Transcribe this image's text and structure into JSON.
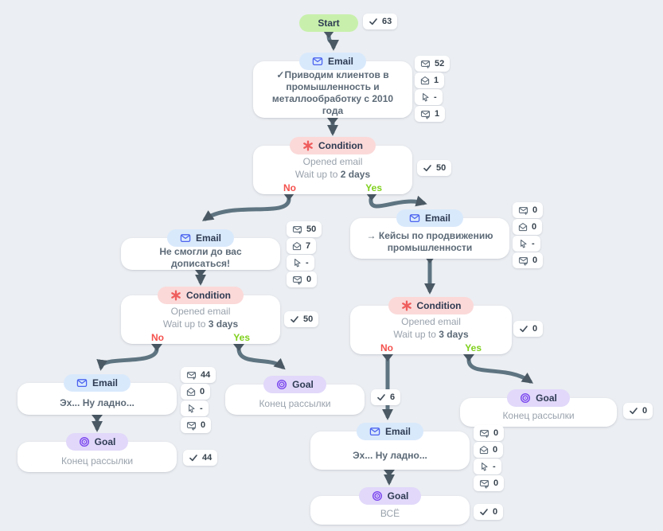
{
  "flow": {
    "start": {
      "label": "Start",
      "count": "63"
    },
    "pills": {
      "email": "Email",
      "condition": "Condition",
      "goal": "Goal"
    },
    "branch": {
      "no": "No",
      "yes": "Yes"
    },
    "icons": {
      "check": "check-icon",
      "sent": "email-sent-icon",
      "opened": "email-opened-icon",
      "clicked": "click-icon",
      "replied": "email-reply-icon",
      "email_pill": "envelope-icon",
      "condition_pill": "asterisk-icon",
      "goal_pill": "target-icon"
    },
    "colors": {
      "canvas": "#ebeef2",
      "start_pill": "#c8f0ac",
      "email_pill": "#d9e9fc",
      "condition_pill": "#fbd9d9",
      "goal_pill": "#e1d8fa",
      "edge": "#5e7481",
      "no_label": "#f4514d",
      "yes_label": "#7fd01d"
    },
    "nodes": {
      "email1": {
        "title": "✓Приводим клиентов в промышленность и металлообработку с 2010 года",
        "sent": "52",
        "opened": "1",
        "clicked": "-",
        "replied": "1"
      },
      "condition1": {
        "line1": "Opened email",
        "wait": "Wait up to ",
        "days": "2 days",
        "count": "50"
      },
      "email2": {
        "title": "Не смогли до вас дописаться!",
        "sent": "50",
        "opened": "7",
        "clicked": "-",
        "replied": "0"
      },
      "condition2": {
        "line1": "Opened email",
        "wait": "Wait up to ",
        "days": "3 days",
        "count": "50"
      },
      "email3": {
        "title": "Эх... Ну ладно...",
        "sent": "44",
        "opened": "0",
        "clicked": "-",
        "replied": "0"
      },
      "goal1": {
        "title": "Конец рассылки",
        "count": "44"
      },
      "goal2": {
        "title": "Конец рассылки"
      },
      "email4": {
        "title": "→ Кейсы по продвижению промышленности",
        "sent": "0",
        "opened": "0",
        "clicked": "-",
        "replied": "0"
      },
      "condition3": {
        "line1": "Opened email",
        "wait": "Wait up to ",
        "days": "3 days",
        "count": "0",
        "no_count": "6"
      },
      "email5": {
        "title": "Эх... Ну ладно...",
        "sent": "0",
        "opened": "0",
        "clicked": "-",
        "replied": "0"
      },
      "goal3": {
        "title": "Конец рассылки",
        "count": "0"
      },
      "goal4": {
        "title": "ВСЁ",
        "count": "0"
      }
    }
  }
}
